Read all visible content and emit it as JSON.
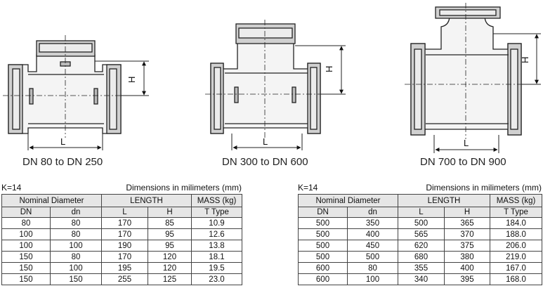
{
  "captions": [
    "DN 80 to DN 250",
    "DN 300 to DN 600",
    "DN 700 to DN 900"
  ],
  "dim_letters": {
    "length": "L",
    "height": "H"
  },
  "left_table": {
    "k_label": "K=14",
    "dim_note": "Dimensions in milimeters (mm)",
    "headers": {
      "nominal": "Nominal Diameter",
      "length": "LENGTH",
      "mass": "MASS (kg)",
      "dn_upper": "DN",
      "dn_lower": "dn",
      "l": "L",
      "h": "H",
      "ttype": "T Type"
    },
    "rows": [
      [
        "80",
        "80",
        "170",
        "85",
        "10.9"
      ],
      [
        "100",
        "80",
        "170",
        "95",
        "12.6"
      ],
      [
        "100",
        "100",
        "190",
        "95",
        "13.8"
      ],
      [
        "150",
        "80",
        "170",
        "120",
        "18.1"
      ],
      [
        "150",
        "100",
        "195",
        "120",
        "19.5"
      ],
      [
        "150",
        "150",
        "255",
        "125",
        "23.0"
      ]
    ]
  },
  "right_table": {
    "k_label": "K=14",
    "dim_note": "Dimensions in milimeters (mm)",
    "headers": {
      "nominal": "Nominal Diameter",
      "length": "LENGTH",
      "mass": "MASS (kg)",
      "dn_upper": "DN",
      "dn_lower": "dn",
      "l": "L",
      "h": "H",
      "ttype": "T Type"
    },
    "rows": [
      [
        "500",
        "350",
        "500",
        "365",
        "184.0"
      ],
      [
        "500",
        "400",
        "565",
        "370",
        "188.0"
      ],
      [
        "500",
        "450",
        "620",
        "375",
        "206.0"
      ],
      [
        "500",
        "500",
        "680",
        "380",
        "219.0"
      ],
      [
        "600",
        "80",
        "355",
        "400",
        "167.0"
      ],
      [
        "600",
        "100",
        "340",
        "395",
        "168.0"
      ]
    ]
  }
}
